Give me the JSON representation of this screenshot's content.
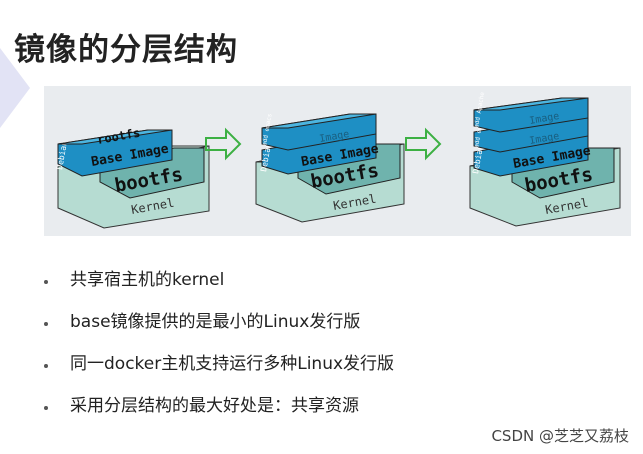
{
  "title": "镜像的分层结构",
  "diagram": {
    "stack1": {
      "kernel": "Kernel",
      "bootfs": "bootfs",
      "base": "Base Image",
      "distro": "Debian",
      "top": "rootfs"
    },
    "stack2": {
      "kernel": "Kernel",
      "bootfs": "bootfs",
      "base": "Base Image",
      "distro": "Debian",
      "layer2": "Image",
      "layer2_tag": "add emacs"
    },
    "stack3": {
      "kernel": "Kernel",
      "bootfs": "bootfs",
      "base": "Base Image",
      "distro": "Debian",
      "layer2": "Image",
      "layer2_tag": "add emacs",
      "layer3": "Image",
      "layer3_tag": "add Apache"
    }
  },
  "bullets": [
    "共享宿主机的kernel",
    "base镜像提供的是最小的Linux发行版",
    "同一docker主机支持运行多种Linux发行版",
    "采用分层结构的最大好处是：共享资源"
  ],
  "watermark": "CSDN @芝芝又荔枝",
  "colors": {
    "layer_blue": "#1e8fc4",
    "layer_top": "#4cb5e0",
    "bootfs_teal": "#6fb3ad",
    "kernel_green": "#b6dcd2",
    "arrow_green": "#3cb043"
  }
}
